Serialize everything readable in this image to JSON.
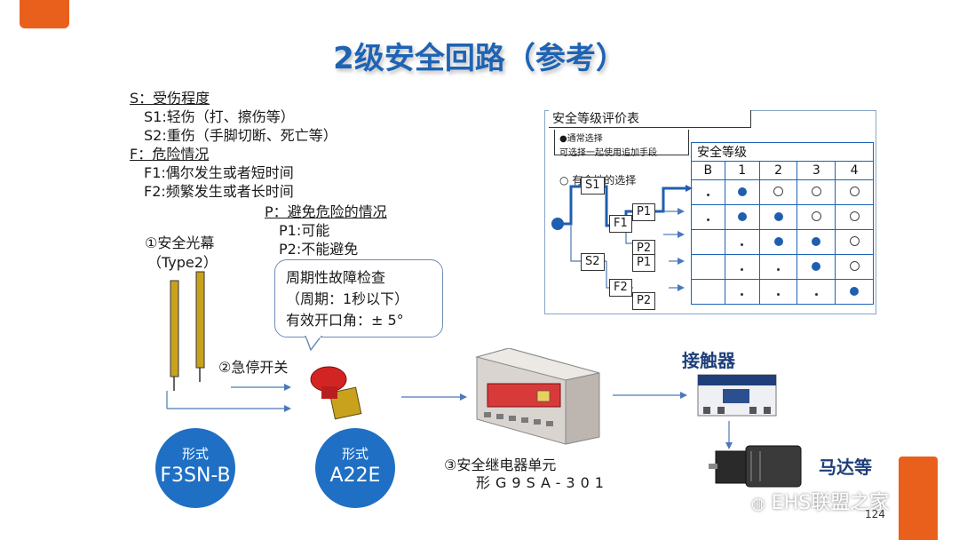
{
  "title": "2级安全回路（参考）",
  "legend": {
    "s_head": "S：受伤程度",
    "s1": "S1:轻伤（打、擦伤等）",
    "s2": "S2:重伤（手脚切断、死亡等）",
    "f_head": "F：危险情况",
    "f1": "F1:偶尔发生或者短时间",
    "f2": "F2:频繁发生或者长时间",
    "p_head": "P：避免危险的情况",
    "p1": "P1:可能",
    "p2": "P2:不能避免"
  },
  "light_curtain": {
    "label": "①安全光幕",
    "type": "（Type2）",
    "model_small": "形式",
    "model": "F3SN-B"
  },
  "estop": {
    "label": "②急停开关",
    "model_small": "形式",
    "model": "A22E"
  },
  "callout": {
    "line1": "周期性故障检查",
    "line2": "（周期：1秒以下）",
    "line3": "有效开口角：± 5°"
  },
  "relay": {
    "label": "③安全继电器单元",
    "model": "形G9SA-301"
  },
  "contactor": {
    "label": "接触器"
  },
  "motor": {
    "label": "马达等"
  },
  "risk_table": {
    "title": "安全等级评价表",
    "note1": "●通常选择",
    "note2": "可选择一起使用追加手段",
    "note3": "○ 有余地的选择",
    "grid_caption": "安全等级",
    "headers": [
      "B",
      "1",
      "2",
      "3",
      "4"
    ],
    "rows": [
      [
        "small",
        "dot",
        "ring",
        "ring",
        "ring"
      ],
      [
        "small",
        "dot",
        "dot",
        "ring",
        "ring"
      ],
      [
        "none",
        "small",
        "dot",
        "dot",
        "ring"
      ],
      [
        "none",
        "small",
        "small",
        "dot",
        "ring"
      ],
      [
        "none",
        "small",
        "small",
        "small",
        "dot"
      ]
    ],
    "tree": {
      "s1": "S1",
      "s2": "S2",
      "f1": "F1",
      "f2": "F2",
      "p1a": "P1",
      "p2a": "P2",
      "p1b": "P1",
      "p2b": "P2"
    }
  },
  "watermark": "EHS联盟之家",
  "page_number": "124",
  "colors": {
    "accent": "#e8601c",
    "brand_blue": "#1e63b4",
    "circle_blue": "#1f6fc4"
  }
}
